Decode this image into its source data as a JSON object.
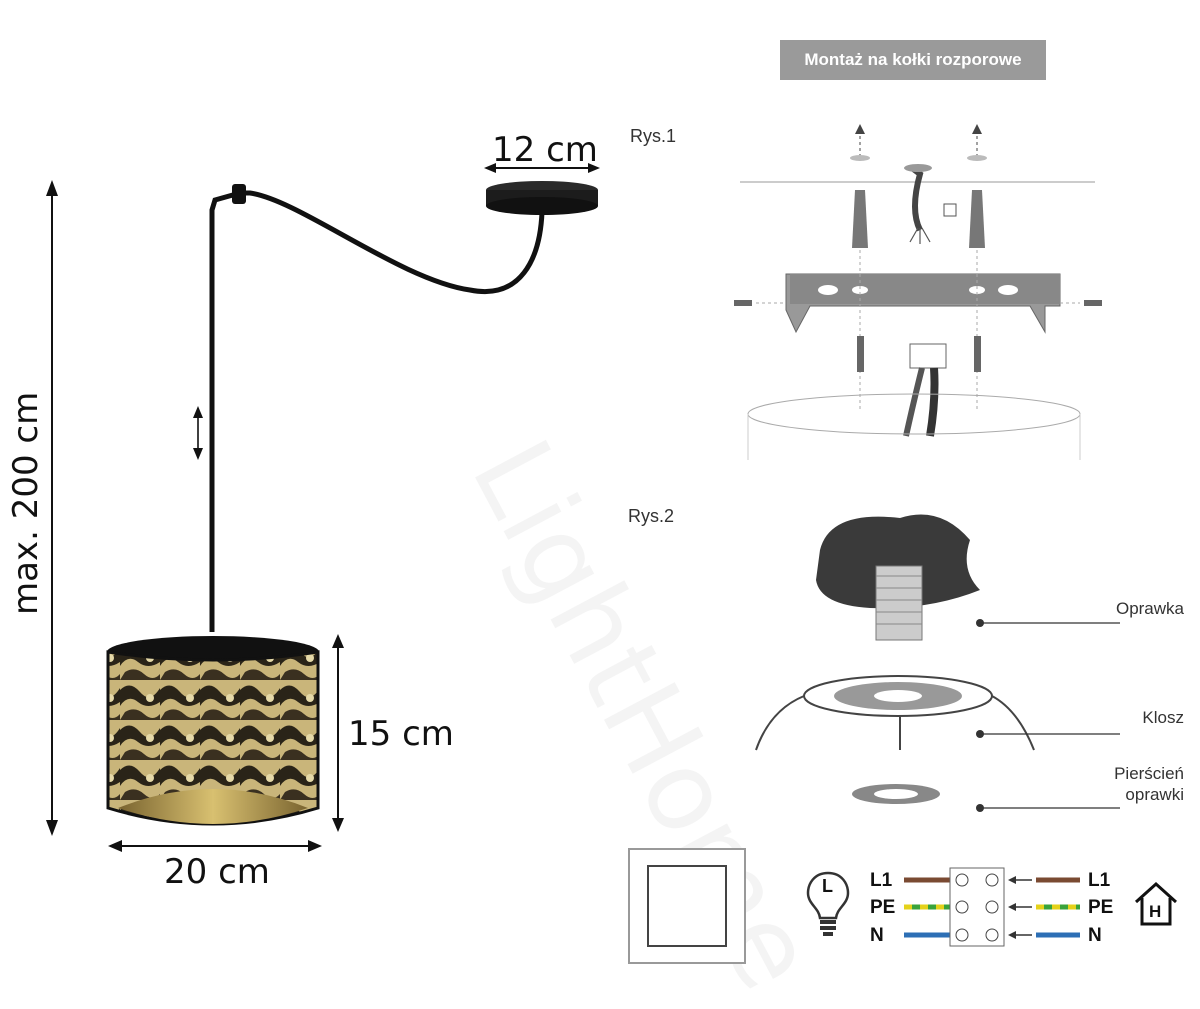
{
  "dimensions": {
    "max_height": "max. 200 cm",
    "canopy_width": "12 cm",
    "shade_height": "15 cm",
    "shade_width": "20 cm"
  },
  "mounting": {
    "banner": "Montaż na kołki rozporowe",
    "fig1_label": "Rys.1",
    "fig2_label": "Rys.2",
    "parts": {
      "lampholder": "Oprawka",
      "shade": "Klosz",
      "ring_line1": "Pierścień",
      "ring_line2": "oprawki"
    }
  },
  "wiring": {
    "left_labels": [
      "L1",
      "PE",
      "N"
    ],
    "right_labels": [
      "L1",
      "PE",
      "N"
    ],
    "bulb_letter": "L",
    "house_letter": "H",
    "colors": {
      "L1": "#7a4a32",
      "PE_green": "#3aa33a",
      "PE_yellow": "#e5d21a",
      "N": "#2d6fb5"
    }
  },
  "watermark": "LightHome"
}
